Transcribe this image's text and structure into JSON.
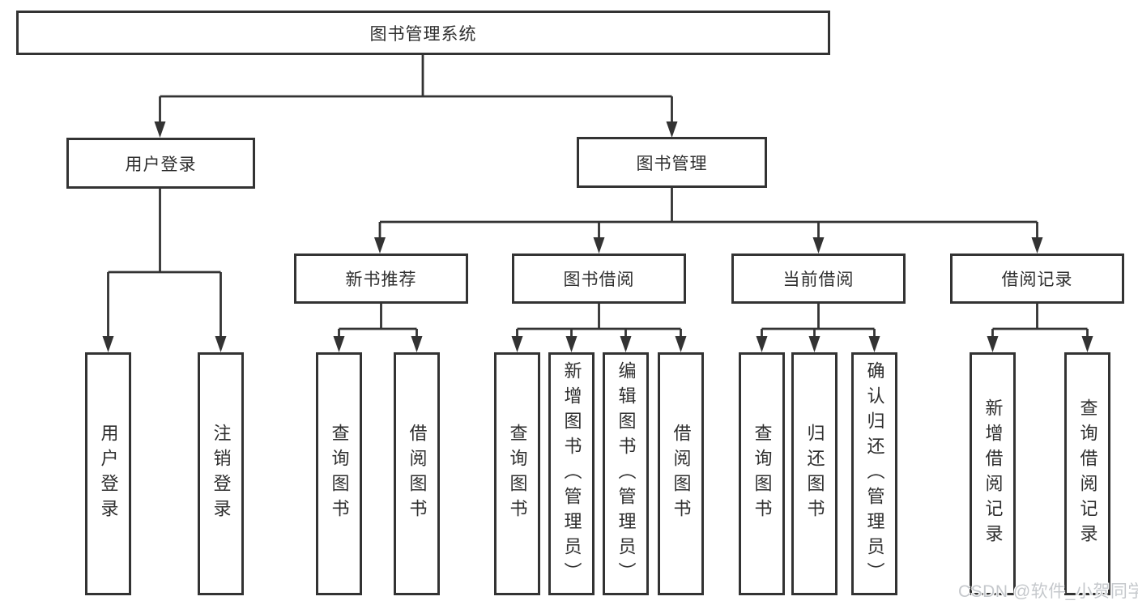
{
  "diagram": {
    "root": "图书管理系统",
    "branches": [
      {
        "label": "用户登录",
        "children": [
          "用户登录",
          "注销登录"
        ]
      },
      {
        "label": "图书管理",
        "groups": [
          {
            "label": "新书推荐",
            "children": [
              "查询图书",
              "借阅图书"
            ]
          },
          {
            "label": "图书借阅",
            "children": [
              "查询图书",
              "新增图书（管理员）",
              "编辑图书（管理员）",
              "借阅图书"
            ]
          },
          {
            "label": "当前借阅",
            "children": [
              "查询图书",
              "归还图书",
              "确认归还（管理员）"
            ]
          },
          {
            "label": "借阅记录",
            "children": [
              "新增借阅记录",
              "查询借阅记录"
            ]
          }
        ]
      }
    ]
  },
  "watermark": "CSDN @软件_小贺同学",
  "colors": {
    "line": "#333333",
    "text": "#2f2f2f",
    "watermark": "#c5c8cc"
  }
}
